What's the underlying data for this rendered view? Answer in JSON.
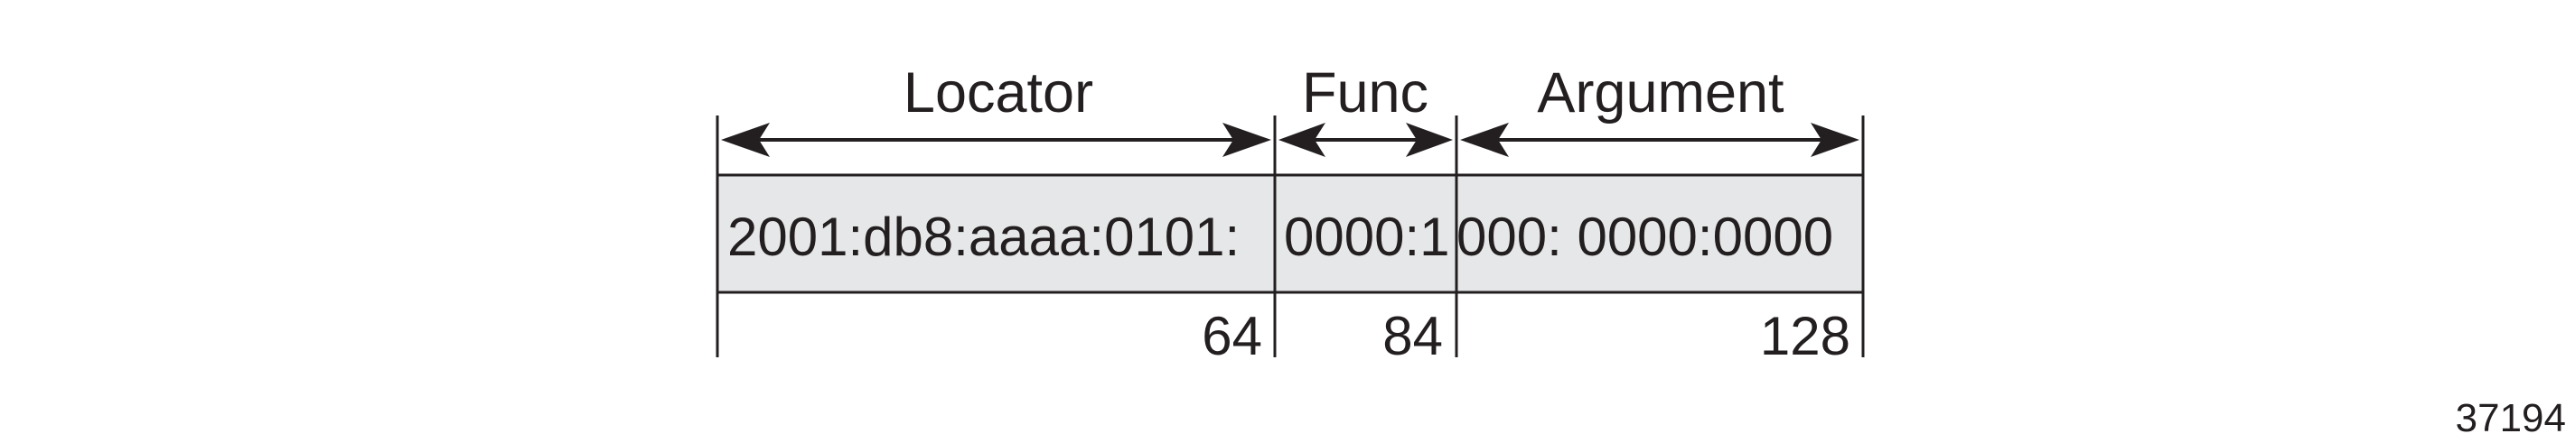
{
  "fields": [
    {
      "name": "Locator"
    },
    {
      "name": "Func"
    },
    {
      "name": "Argument"
    }
  ],
  "address": {
    "segments": [
      "2001:db8:aaaa:0101:",
      "0000:1",
      "000: 0000:0000"
    ],
    "fill_color": "#e6e7e8"
  },
  "bit_offsets": [
    "64",
    "84",
    "128"
  ],
  "figure_id": "37194"
}
